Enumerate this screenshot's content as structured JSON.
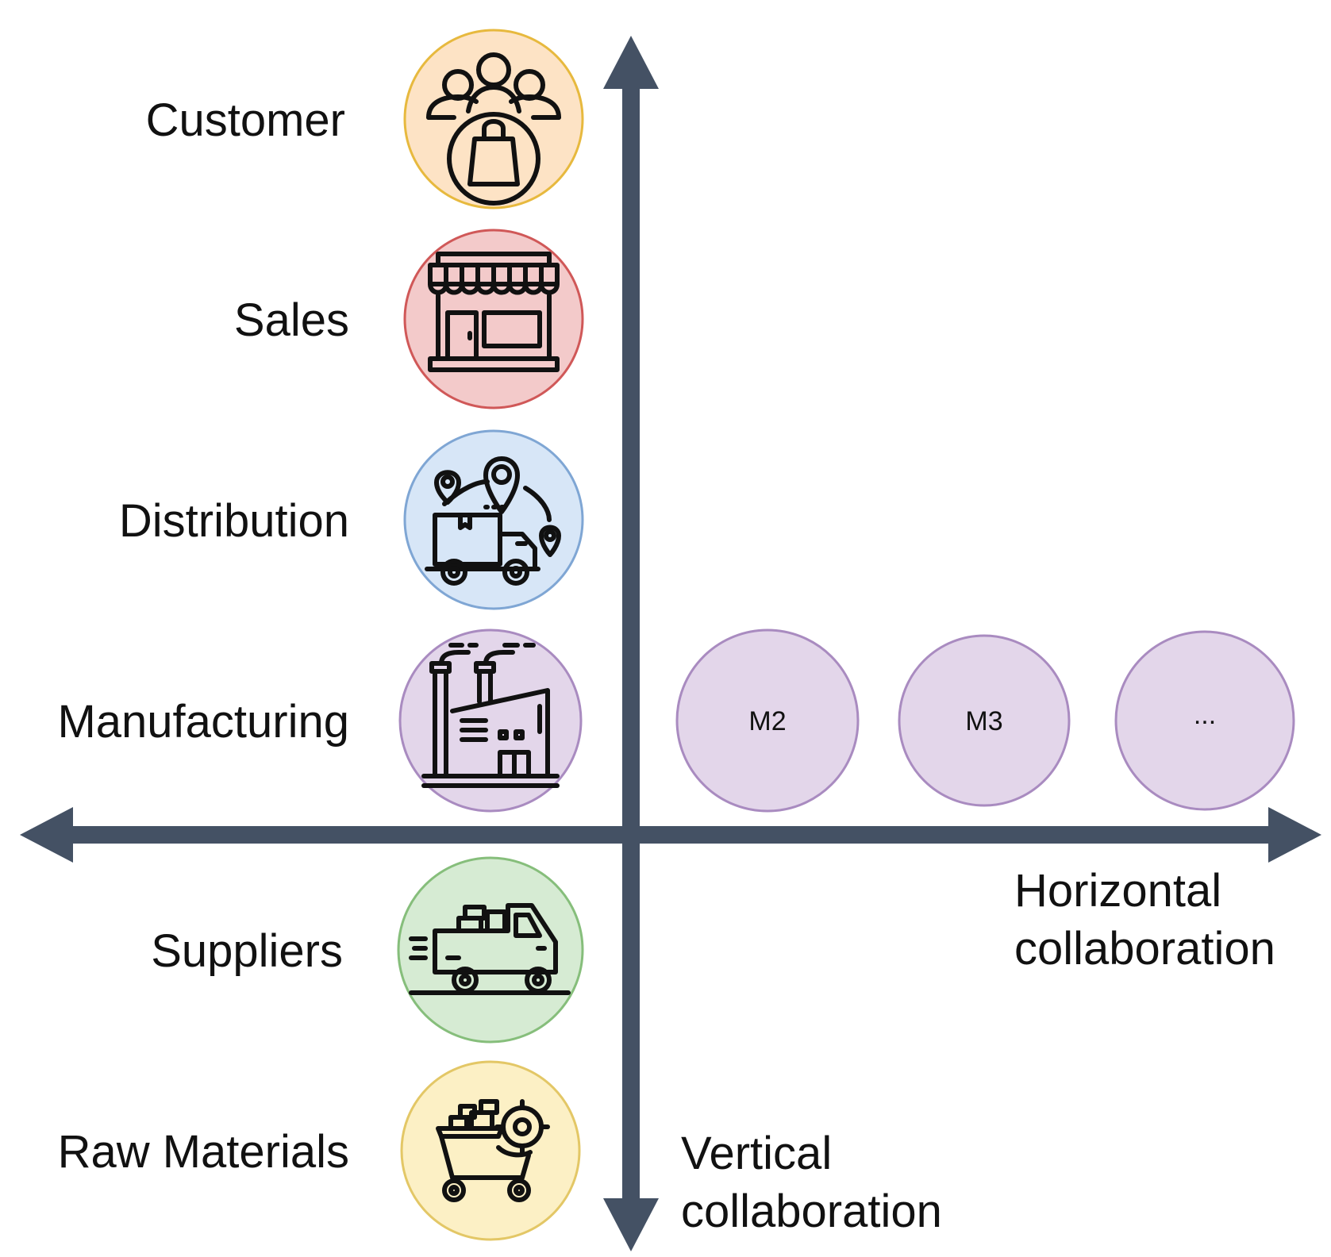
{
  "vertical_stack": [
    {
      "key": "customer",
      "label": "Customer",
      "icon": "customer-icon",
      "color": "#FDE3C5",
      "stroke": "#E7B93E"
    },
    {
      "key": "sales",
      "label": "Sales",
      "icon": "storefront-icon",
      "color": "#F3CACA",
      "stroke": "#D05858"
    },
    {
      "key": "distribution",
      "label": "Distribution",
      "icon": "delivery-truck-icon",
      "color": "#D7E6F7",
      "stroke": "#7FA6D4"
    },
    {
      "key": "manufacturing",
      "label": "Manufacturing",
      "icon": "factory-icon",
      "color": "#E3D6EA",
      "stroke": "#A98BC0"
    },
    {
      "key": "suppliers",
      "label": "Suppliers",
      "icon": "supply-truck-icon",
      "color": "#D6EBD3",
      "stroke": "#86BE7B"
    },
    {
      "key": "raw_materials",
      "label": "Raw Materials",
      "icon": "material-cart-icon",
      "color": "#FCF0C5",
      "stroke": "#E3C766"
    }
  ],
  "horizontal_nodes": [
    {
      "label": "M2",
      "color": "#E3D6EA",
      "stroke": "#A98BC0"
    },
    {
      "label": "M3",
      "color": "#E3D6EA",
      "stroke": "#A98BC0"
    },
    {
      "label": "...",
      "color": "#E3D6EA",
      "stroke": "#A98BC0"
    }
  ],
  "axes": {
    "color": "#445164",
    "horizontal_label": [
      "Horizontal",
      "collaboration"
    ],
    "vertical_label": [
      "Vertical",
      "collaboration"
    ]
  }
}
